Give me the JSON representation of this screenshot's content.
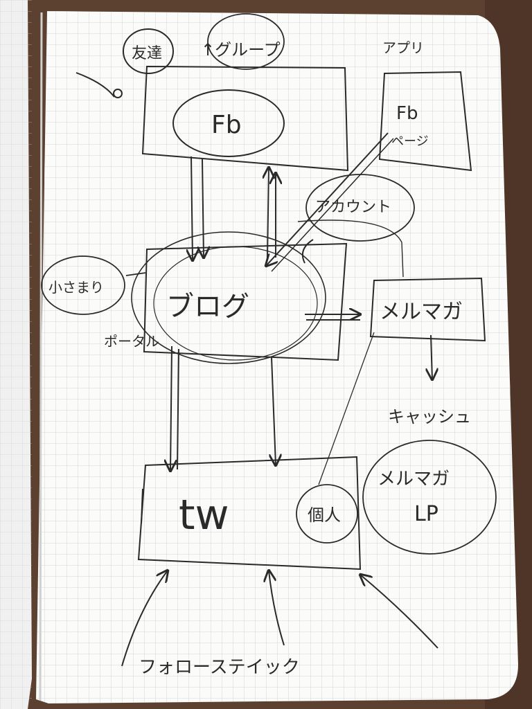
{
  "labels": {
    "top_left_circle": "友達",
    "top_group": "↑グループ",
    "top_right_note": "アプリ",
    "fb_center": "Fb",
    "fb_small": "Fb",
    "fb_small_sub": "ページ",
    "account_circle": "アカウント",
    "left_circle": "小さまり",
    "blog": "ブログ",
    "left_note": "ポータル",
    "mail_box": "メルマガ",
    "chirashi": "キャッシュ",
    "tw": "tw",
    "individual": "個人",
    "mail_lp_line1": "メルマガ",
    "mail_lp_line2": "LP",
    "follow": "フォローステイック"
  }
}
